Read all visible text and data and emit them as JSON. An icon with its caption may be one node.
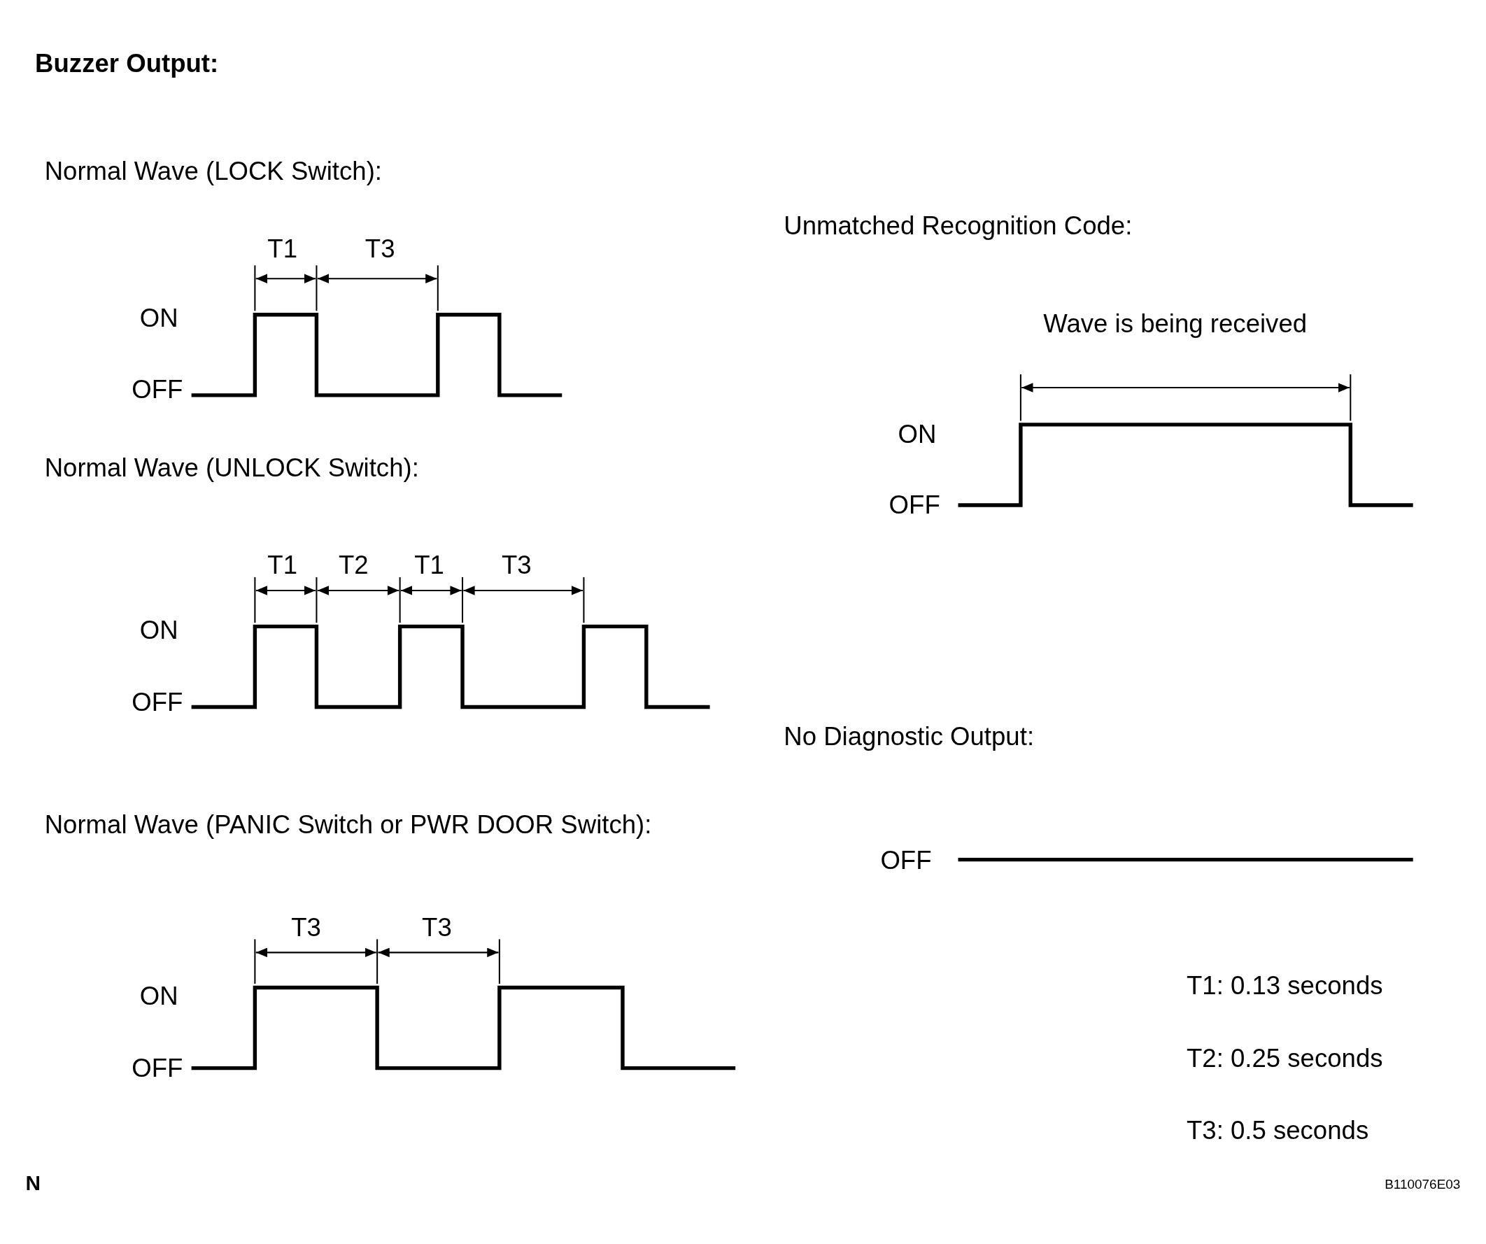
{
  "diagram": {
    "title": "Buzzer Output:",
    "labels": [
      "Normal Wave (LOCK Switch):",
      "T1",
      "T3",
      "ON",
      "OFF",
      "Normal Wave (UNLOCK Switch):",
      "T1",
      "T2",
      "T1",
      "T3",
      "ON",
      "OFF",
      "Normal Wave (PANIC Switch or PWR DOOR Switch):",
      "T3",
      "T3",
      "ON",
      "OFF",
      "Unmatched Recognition Code:",
      "Wave is being received",
      "ON",
      "OFF",
      "No Diagnostic Output:",
      "OFF",
      "T1: 0.13 seconds",
      "T2: 0.25 seconds",
      "T3: 0.5 seconds",
      "N",
      "B110076E03"
    ]
  }
}
